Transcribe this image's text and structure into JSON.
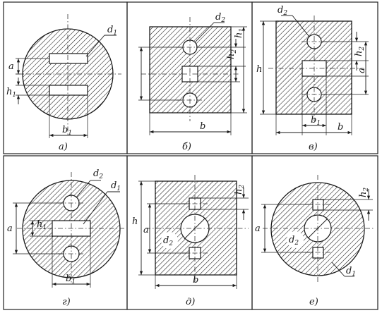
{
  "letters": {
    "a": "a",
    "b": "b",
    "h": "h",
    "d": "d"
  },
  "subs": {
    "one": "1",
    "two": "2"
  },
  "captions": {
    "a": "а)",
    "b": "б)",
    "v": "в)",
    "g": "г)",
    "d": "д)",
    "e": "е)"
  },
  "colors": {
    "ink": "#1a1a1a",
    "paper": "#ffffff"
  }
}
